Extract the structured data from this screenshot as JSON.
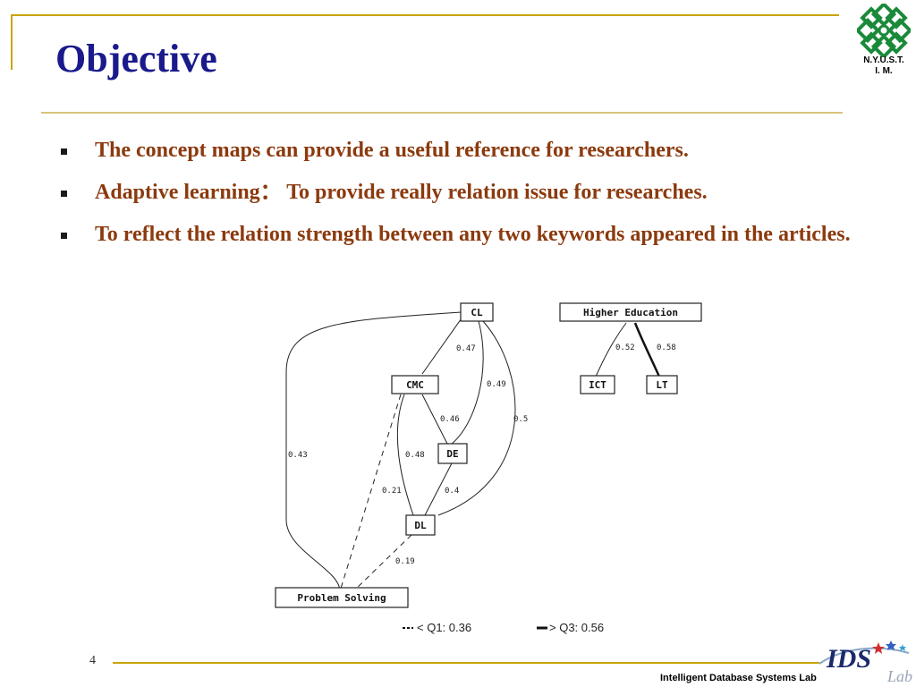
{
  "slide": {
    "title": "Objective",
    "logo_text_line1": "N.Y.U.S.T.",
    "logo_text_line2": "I. M.",
    "bullets": [
      "The concept maps can provide a useful reference for researchers.",
      "Adaptive learning： To provide really relation issue for researches.",
      "To reflect the relation strength between any two keywords appeared in the articles."
    ],
    "page_number": "4",
    "footer_text": "Intelligent Database Systems Lab",
    "ids_logo_text": "IDS",
    "ids_logo_sub": "Lab",
    "accent_color": "#c9a400",
    "title_color": "#1a1a8c",
    "bullet_color": "#8b3a0e"
  },
  "diagram": {
    "nodes": {
      "cl": "CL",
      "cmc": "CMC",
      "de": "DE",
      "dl": "DL",
      "ps": "Problem Solving",
      "he": "Higher Education",
      "ict": "ICT",
      "lt": "LT"
    },
    "edge_labels": {
      "cl_cmc": "0.47",
      "cl_de": "0.49",
      "cl_dl": "0.5",
      "cl_ps": "0.43",
      "cmc_de": "0.46",
      "cmc_dl": "0.48",
      "cmc_ps": "0.21",
      "de_dl": "0.4",
      "dl_ps": "0.19",
      "he_ict": "0.52",
      "he_lt": "0.58"
    },
    "legend_low": "< Q1: 0.36",
    "legend_high": "> Q3: 0.56"
  }
}
